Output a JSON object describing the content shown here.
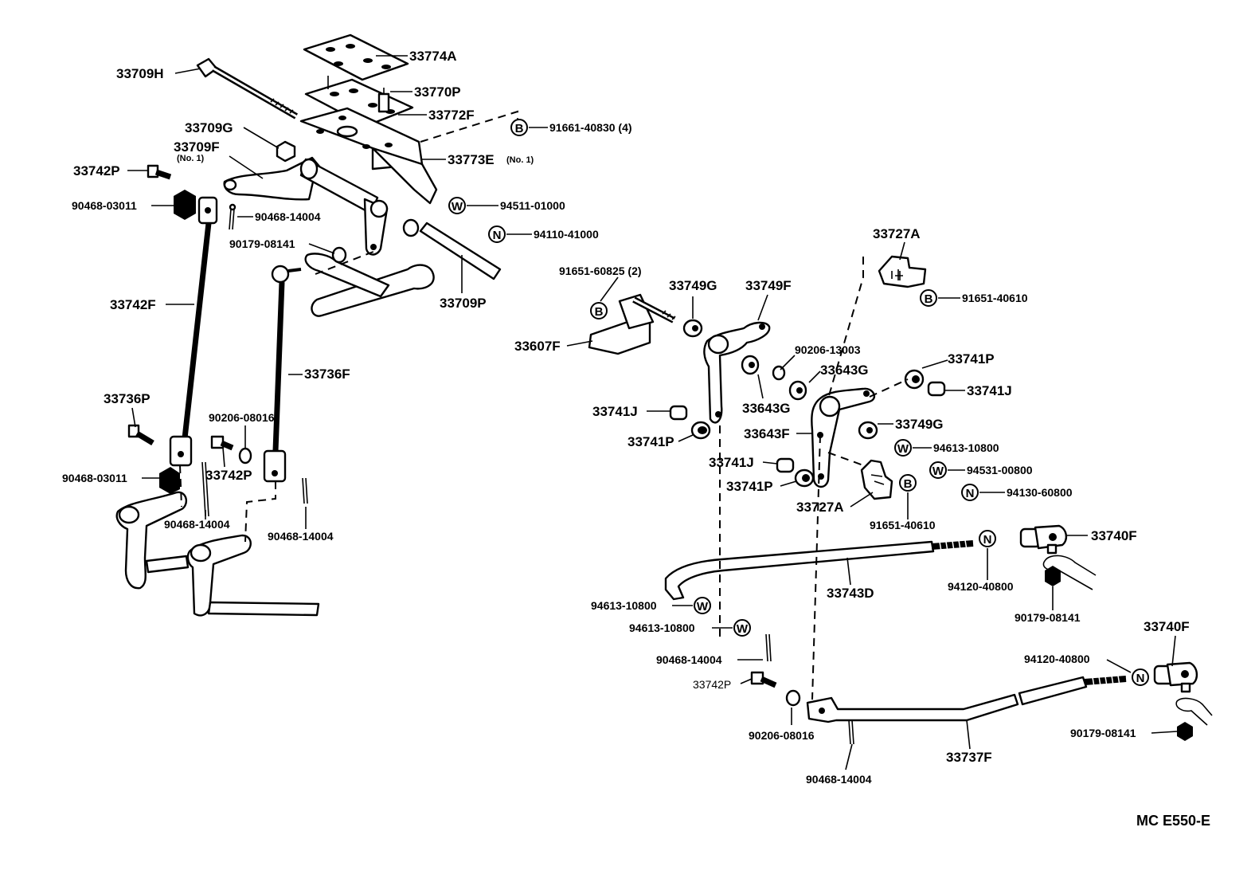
{
  "labels": {
    "l33774A": "33774A",
    "l33709H": "33709H",
    "l33770P": "33770P",
    "l33772F": "33772F",
    "l91661": "91661-40830 (4)",
    "l33709G": "33709G",
    "l33709F": "33709F",
    "l33709Fno": "(No. 1)",
    "l33773E": "33773E",
    "l33773Eno": "(No. 1)",
    "l33742P_a": "33742P",
    "l90468_03011_a": "90468-03011",
    "l94511": "94511-01000",
    "l90468_14004_a": "90468-14004",
    "l94110": "94110-41000",
    "l90179_a": "90179-08141",
    "l33727A_a": "33727A",
    "l91651_60825": "91651-60825 (2)",
    "l33749G_a": "33749G",
    "l33749F": "33749F",
    "l91651_40610_a": "91651-40610",
    "l33742F": "33742F",
    "l33709P": "33709P",
    "l33607F": "33607F",
    "l90206_13003": "90206-13003",
    "l33741P_a": "33741P",
    "l33643G_a": "33643G",
    "l33736F": "33736F",
    "l33741J_a": "33741J",
    "l33643G_b": "33643G",
    "l33736P": "33736P",
    "l33741J_b": "33741J",
    "l90206_08016_a": "90206-08016",
    "l33749G_b": "33749G",
    "l33643F": "33643F",
    "l33741P_b": "33741P",
    "l94613_10800_a": "94613-10800",
    "l33741J_c": "33741J",
    "l94531": "94531-00800",
    "l90468_03011_b": "90468-03011",
    "l33742P_b": "33742P",
    "l33741P_c": "33741P",
    "l94130": "94130-60800",
    "l33727A_b": "33727A",
    "l90468_14004_b": "90468-14004",
    "l90468_14004_c": "90468-14004",
    "l91651_40610_b": "91651-40610",
    "l33740F_a": "33740F",
    "l33743D": "33743D",
    "l94120_a": "94120-40800",
    "l94613_10800_b": "94613-10800",
    "l90179_b": "90179-08141",
    "l94613_10800_c": "94613-10800",
    "l33740F_b": "33740F",
    "l90468_14004_d": "90468-14004",
    "l94120_b": "94120-40800",
    "l33742P_c": "33742P",
    "l90206_08016_b": "90206-08016",
    "l90179_c": "90179-08141",
    "l33737F": "33737F",
    "l90468_14004_e": "90468-14004"
  },
  "symbols": {
    "bolt": "B",
    "washer": "W",
    "nut": "N"
  },
  "diagram_code": "MC  E550-E"
}
